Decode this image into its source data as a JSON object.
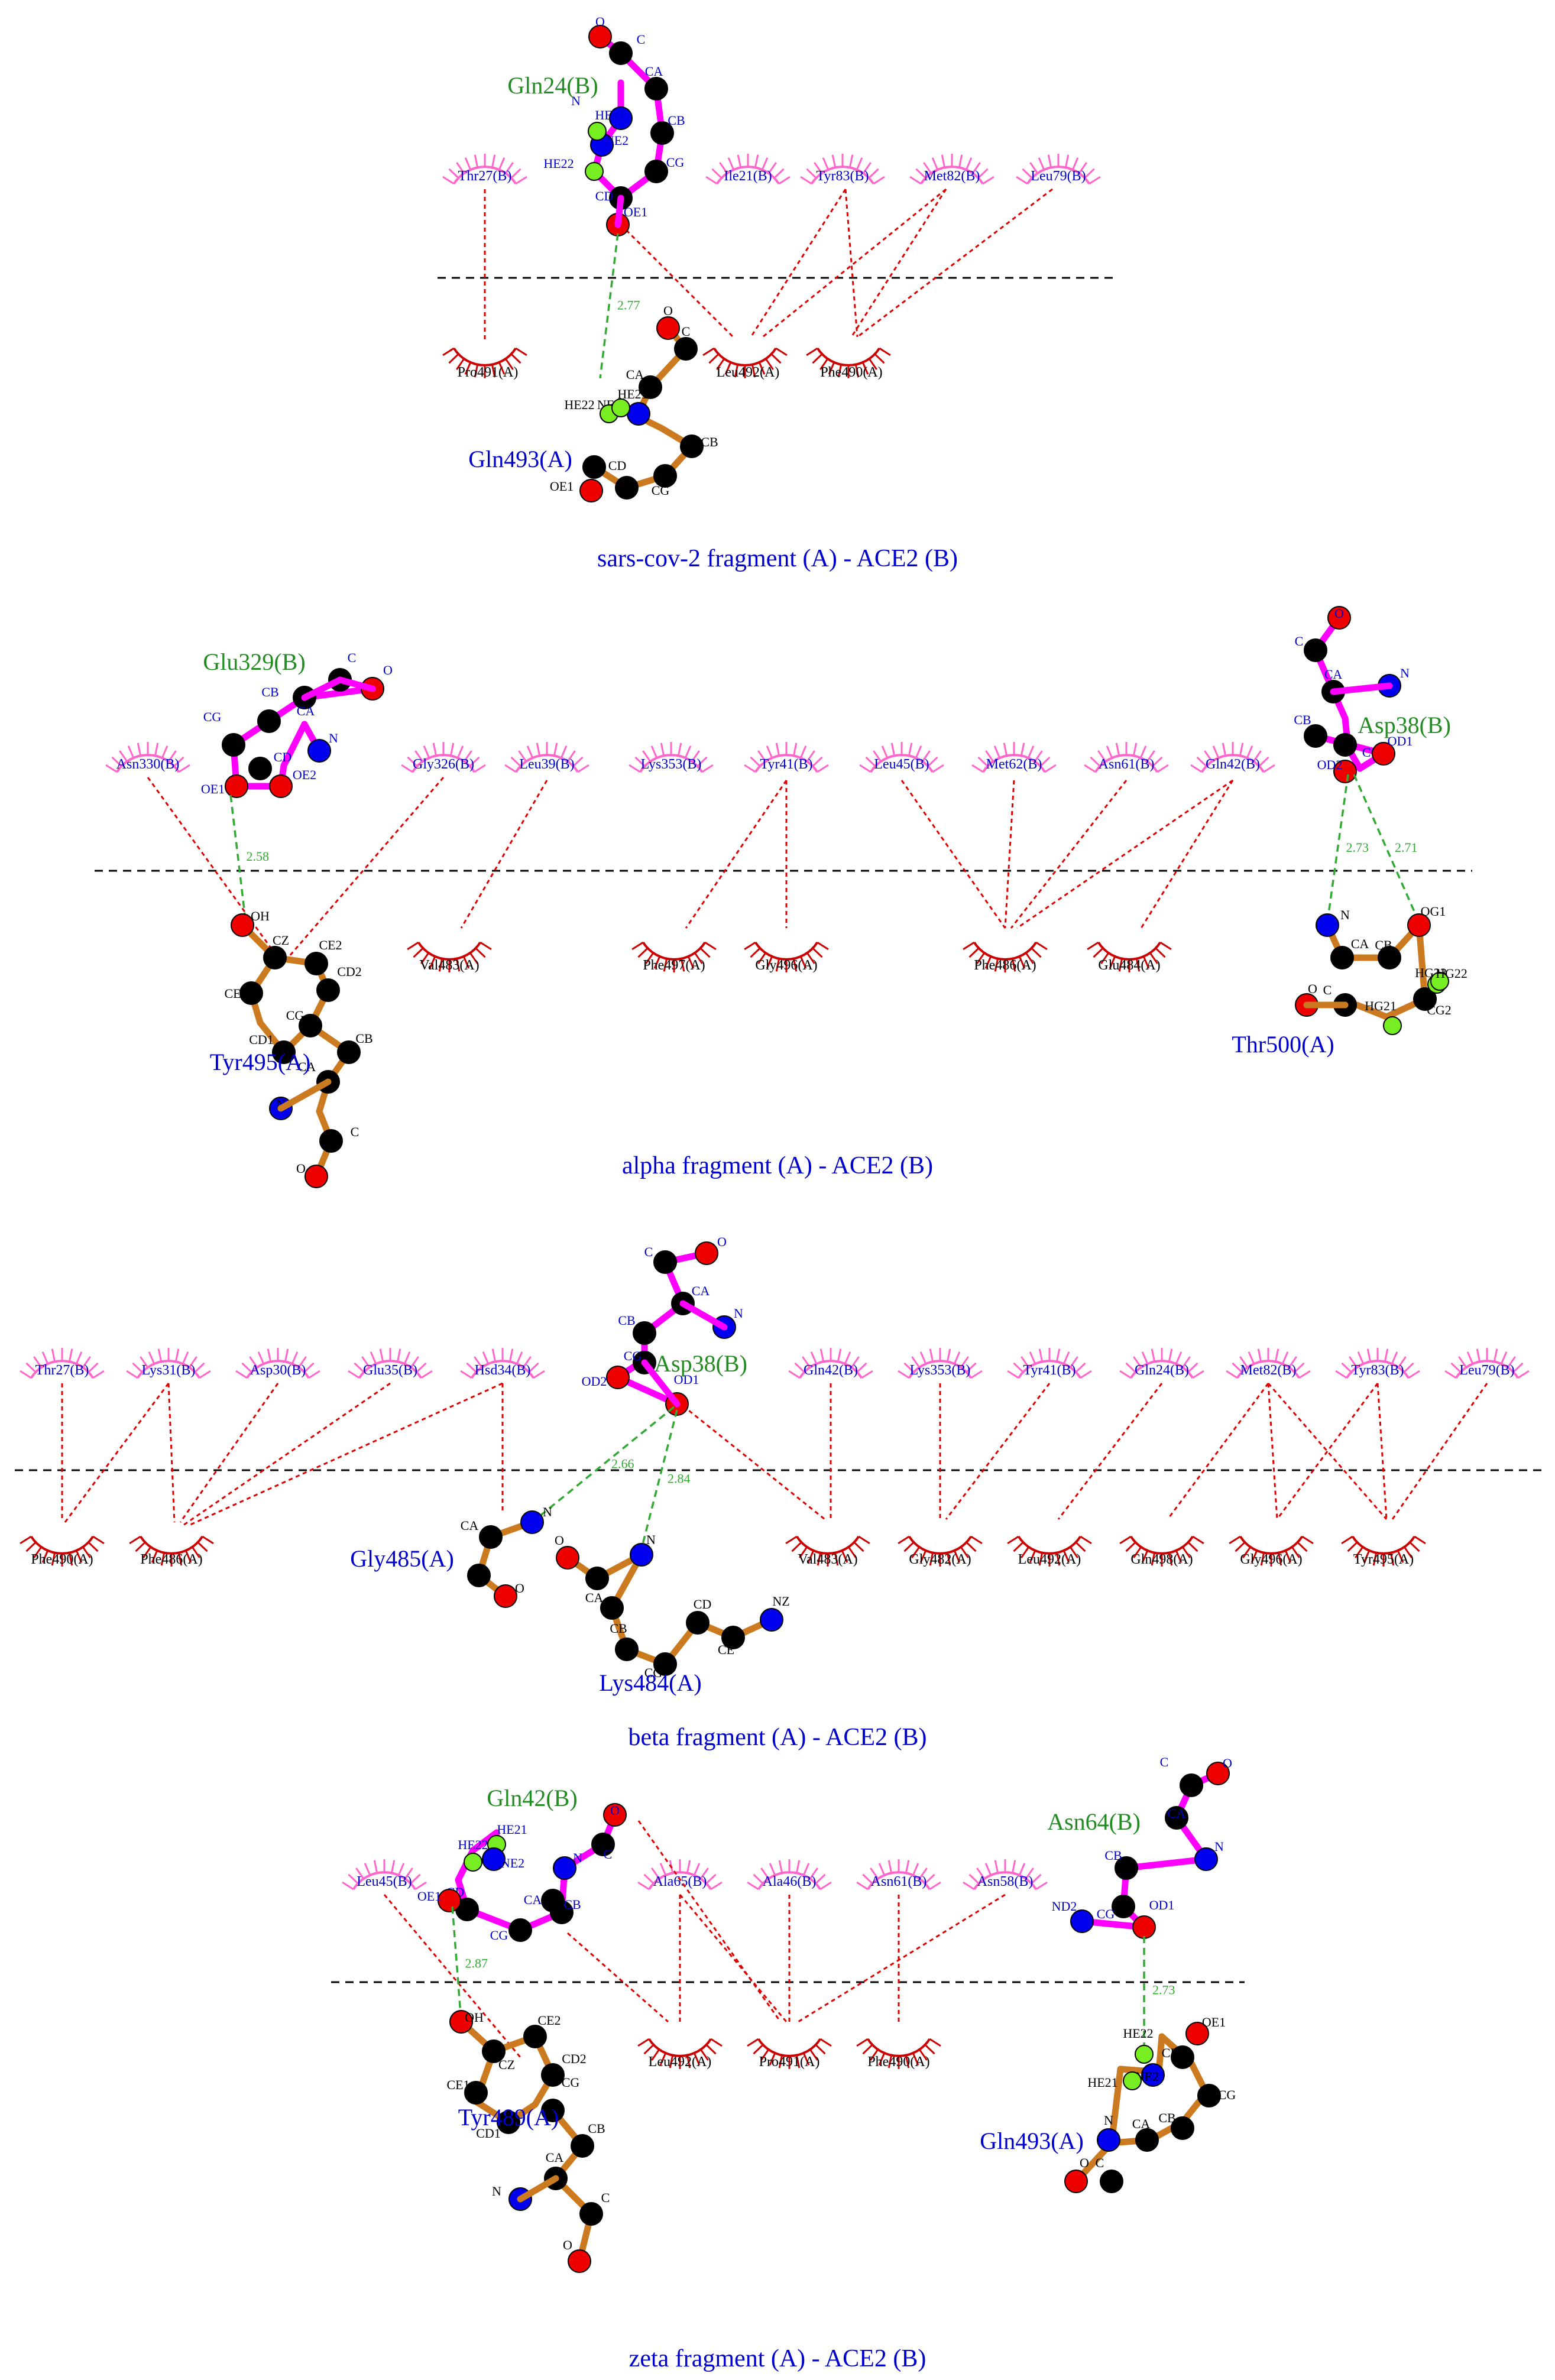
{
  "colors": {
    "ligand_bond": "#ff00ff",
    "receptor_bond": "#cc7a1f",
    "hydrophobic_B": "#ff66cc",
    "hydrophobic_A": "#cc0000",
    "hbond": "#33aa33",
    "contact": "#dd0000",
    "title": "#0000cc",
    "atom_C": "#000000",
    "atom_O": "#ee0000",
    "atom_N": "#0000ee",
    "atom_H": "#77ee22"
  },
  "panels": [
    {
      "title": "sars-cov-2 fragment (A) - ACE2 (B)",
      "residues": [
        {
          "label": "Gln24(B)",
          "kind": "ligand"
        },
        {
          "label": "Gln493(A)",
          "kind": "receptor"
        }
      ],
      "arcs_B": [
        "Thr27(B)",
        "Ile21(B)",
        "Tyr83(B)",
        "Met82(B)",
        "Leu79(B)"
      ],
      "arcs_A": [
        "Pro491(A)",
        "Leu492(A)",
        "Phe490(A)"
      ],
      "hbonds": [
        "2.77"
      ]
    },
    {
      "title": "alpha fragment (A) - ACE2 (B)",
      "residues": [
        {
          "label": "Glu329(B)",
          "kind": "ligand"
        },
        {
          "label": "Asp38(B)",
          "kind": "ligand"
        },
        {
          "label": "Tyr495(A)",
          "kind": "receptor"
        },
        {
          "label": "Thr500(A)",
          "kind": "receptor"
        }
      ],
      "arcs_B": [
        "Asn330(B)",
        "Gly326(B)",
        "Leu39(B)",
        "Lys353(B)",
        "Tyr41(B)",
        "Leu45(B)",
        "Met62(B)",
        "Asn61(B)",
        "Gln42(B)"
      ],
      "arcs_A": [
        "Val483(A)",
        "Phe497(A)",
        "Gly496(A)",
        "Phe486(A)",
        "Glu484(A)"
      ],
      "hbonds": [
        "2.58",
        "2.73",
        "2.71"
      ]
    },
    {
      "title": "beta fragment (A) - ACE2 (B)",
      "residues": [
        {
          "label": "Asp38(B)",
          "kind": "ligand"
        },
        {
          "label": "Gly485(A)",
          "kind": "receptor"
        },
        {
          "label": "Lys484(A)",
          "kind": "receptor"
        }
      ],
      "arcs_B": [
        "Thr27(B)",
        "Lys31(B)",
        "Asp30(B)",
        "Glu35(B)",
        "Hsd34(B)",
        "Gln42(B)",
        "Lys353(B)",
        "Tyr41(B)",
        "Gln24(B)",
        "Met82(B)",
        "Tyr83(B)",
        "Leu79(B)"
      ],
      "arcs_A": [
        "Phe490(A)",
        "Phe486(A)",
        "Val483(A)",
        "Gly482(A)",
        "Leu492(A)",
        "Gln498(A)",
        "Gly496(A)",
        "Tyr495(A)"
      ],
      "hbonds": [
        "2.66",
        "2.84"
      ]
    },
    {
      "title": "zeta fragment (A) - ACE2 (B)",
      "residues": [
        {
          "label": "Gln42(B)",
          "kind": "ligand"
        },
        {
          "label": "Asn64(B)",
          "kind": "ligand"
        },
        {
          "label": "Tyr489(A)",
          "kind": "receptor"
        },
        {
          "label": "Gln493(A)",
          "kind": "receptor"
        }
      ],
      "arcs_B": [
        "Leu45(B)",
        "Ala65(B)",
        "Ala46(B)",
        "Asn61(B)",
        "Asn58(B)"
      ],
      "arcs_A": [
        "Leu492(A)",
        "Pro491(A)",
        "Phe490(A)"
      ],
      "hbonds": [
        "2.87",
        "2.73"
      ]
    }
  ]
}
